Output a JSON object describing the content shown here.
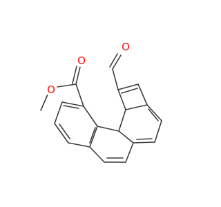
{
  "structure": {
    "atoms": {
      "formyl_oxygen": "O",
      "carbonyl_oxygen": "O",
      "ester_oxygen": "O"
    },
    "colors": {
      "bond": "#3c3c3c",
      "oxygen": "#ff0d0d",
      "background": "#ffffff"
    }
  }
}
